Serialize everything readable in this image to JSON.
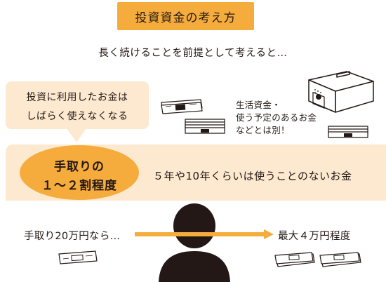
{
  "title": "投資資金の考え方",
  "subtitle": "長く続けることを前提として考えると…",
  "bubble": {
    "line1": "投資に利用したお金は",
    "line2": "しばらく使えなくなる"
  },
  "side_note": {
    "line1": "生活資金・",
    "line2": "使う予定のあるお金",
    "line3": "などとは別！"
  },
  "highlight": {
    "line1": "手取りの",
    "line2": "１～２割程度"
  },
  "panel_text": "５年や10年くらいは使うことのないお金",
  "example": {
    "left": "手取り20万円なら…",
    "right": "最大４万円程度"
  },
  "colors": {
    "accent": "#f5ac3c",
    "panel": "#fde9cf",
    "figure": "#231815"
  },
  "icons": [
    "cash-box-icon",
    "banknote-icon",
    "person-silhouette-icon",
    "arrow-right-icon"
  ]
}
